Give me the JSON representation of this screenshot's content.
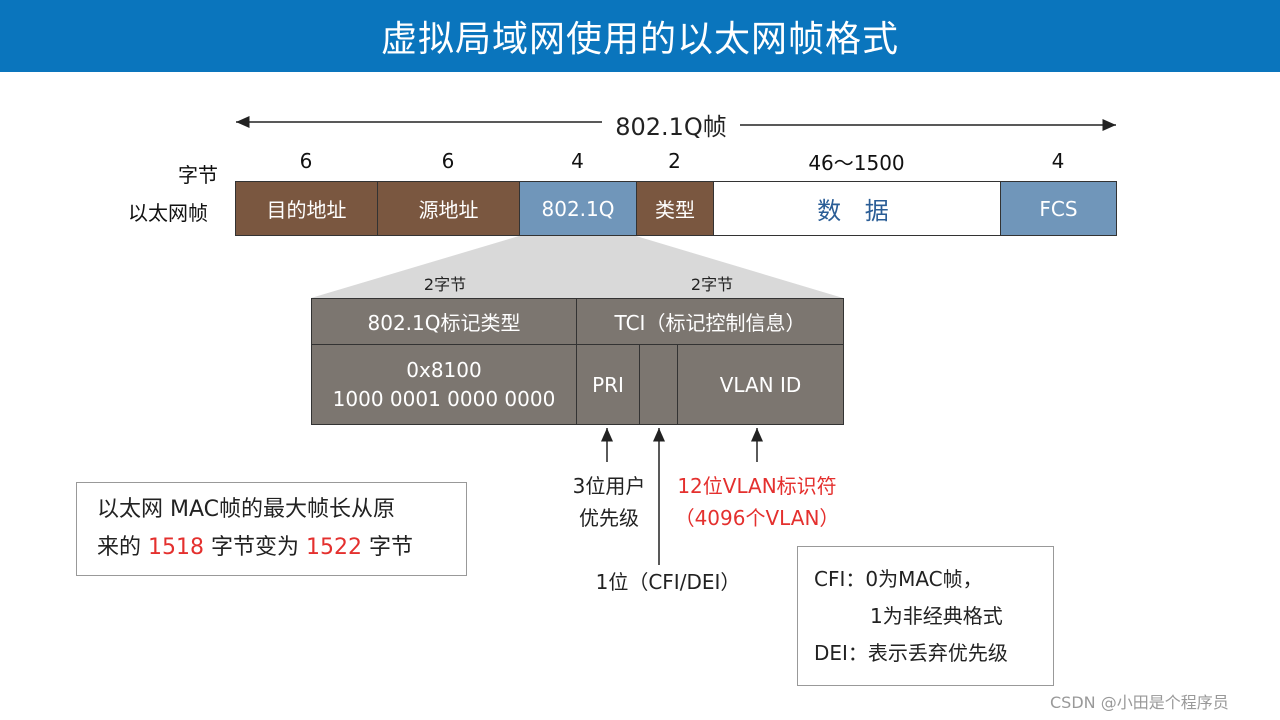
{
  "title": "虚拟局域网使用的以太网帧格式",
  "frame_label": "802.1Q帧",
  "bytes_row_label": "字节",
  "frame_row_label": "以太网帧",
  "fields": [
    {
      "bytes": "6",
      "label": "目的地址",
      "color": "#7a5740"
    },
    {
      "bytes": "6",
      "label": "源地址",
      "color": "#7a5740"
    },
    {
      "bytes": "4",
      "label": "802.1Q",
      "color": "#7096ba"
    },
    {
      "bytes": "2",
      "label": "类型",
      "color": "#7a5740"
    },
    {
      "bytes": "46～1500",
      "label": "数 据",
      "color": "#ffffff"
    },
    {
      "bytes": "4",
      "label": "FCS",
      "color": "#7096ba"
    }
  ],
  "tag": {
    "left_bytes": "2字节",
    "right_bytes": "2字节",
    "type_header": "802.1Q标记类型",
    "tci_header": "TCI（标记控制信息）",
    "type_value_hex": "0x8100",
    "type_value_bin": "1000 0001 0000 0000",
    "pri": "PRI",
    "cfi": "",
    "vlan_id": "VLAN ID"
  },
  "annotations": {
    "pri_desc_line1": "3位用户",
    "pri_desc_line2": "优先级",
    "vlan_desc_line1": "12位VLAN标识符",
    "vlan_desc_line2": "（4096个VLAN）",
    "cfi_desc": "1位（CFI/DEI）"
  },
  "note_left": {
    "line1": "以太网 MAC帧的最大帧长从原",
    "line2_a": "来的 ",
    "line2_num1": "1518",
    "line2_b": " 字节变为 ",
    "line2_num2": "1522",
    "line2_c": " 字节"
  },
  "note_right": {
    "line1": "CFI：0为MAC帧，",
    "line2": "1为非经典格式",
    "line3": "DEI：表示丢弃优先级"
  },
  "watermark": "CSDN @小田是个程序员",
  "accent_colors": {
    "banner": "#0a75bd",
    "highlight": "#e4302e"
  }
}
